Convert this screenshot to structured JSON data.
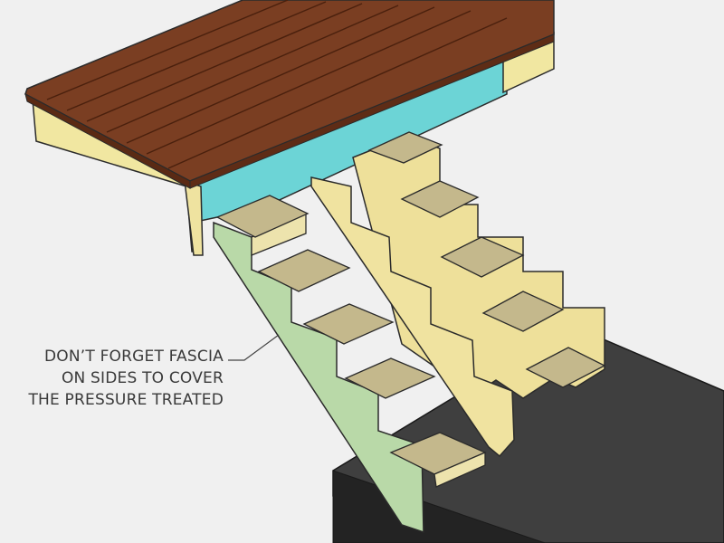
{
  "annotation": {
    "lines": [
      "DON’T FORGET FASCIA",
      "ON SIDES TO COVER",
      "THE PRESSURE TREATED"
    ]
  },
  "colors": {
    "background": "#f0f0f0",
    "deck_boards": "#7a3e22",
    "deck_board_edge": "#5a2a14",
    "rim_joist": "#f1e7a1",
    "blue_fascia": "#6cd4d6",
    "stringer": "#eee09a",
    "tread": "#c4b88c",
    "tread_side": "#ede3ad",
    "side_fascia": "#b9d9a8",
    "slab": "#3f3f3f"
  }
}
